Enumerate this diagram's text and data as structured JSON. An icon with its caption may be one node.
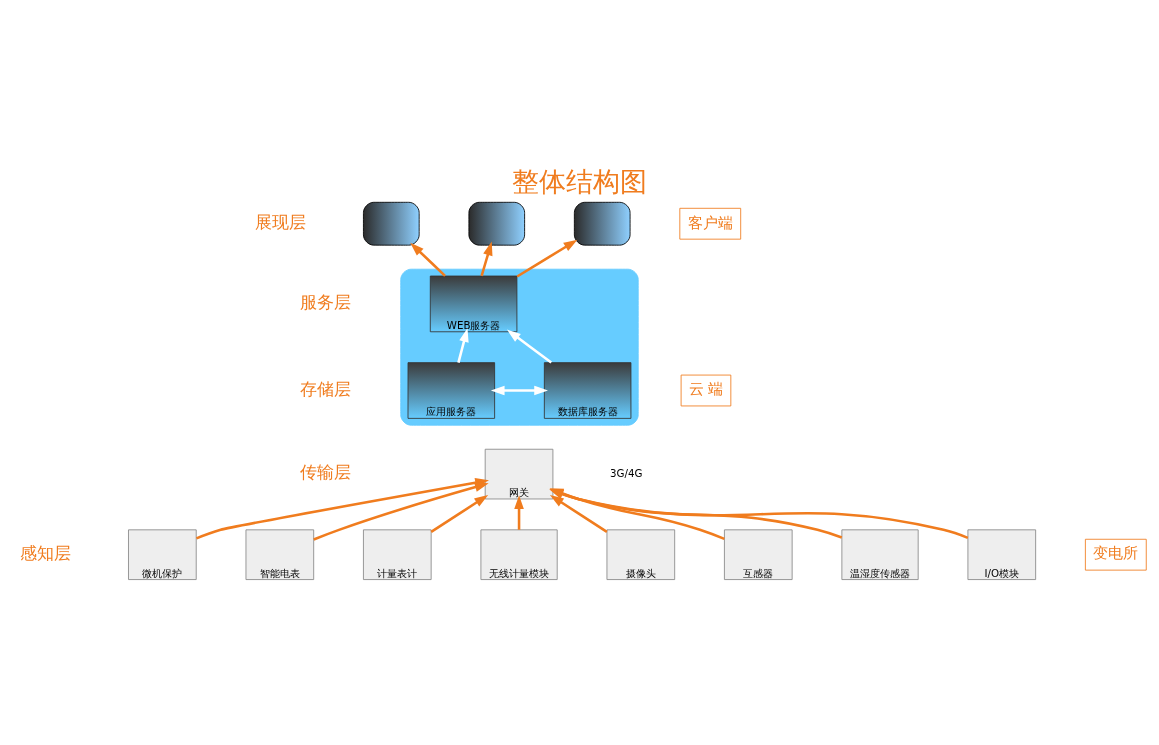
{
  "diagram": {
    "title": "整体结构图",
    "nodes": [
      {
        "text": [],
        "shape": "box"
      },
      {
        "text": [],
        "shape": "box"
      },
      {
        "text": [],
        "shape": "box"
      },
      {
        "text": [],
        "shape": "cloud"
      },
      {
        "text": [
          "WEB服务器"
        ],
        "in": 3
      },
      {
        "text": [
          "应用服务器"
        ],
        "in": 3
      },
      {
        "text": [
          "数据库服务器"
        ],
        "in": 3
      },
      {
        "text": [
          "网关"
        ]
      },
      {
        "text": [
          "微机保护"
        ]
      },
      {
        "text": [
          "智能电表"
        ]
      },
      {
        "text": [
          "计量表计"
        ]
      },
      {
        "text": [
          "无线计量模块"
        ]
      },
      {
        "text": [
          "摄像头"
        ]
      },
      {
        "text": [
          "互感器"
        ]
      },
      {
        "text": [
          "温湿度传感器"
        ]
      },
      {
        "text": [
          "I/O模块"
        ]
      },
      {
        "text": [
          "客户端"
        ]
      },
      {
        "text": [
          "云 端"
        ]
      },
      {
        "text": [
          "变电所"
        ]
      }
    ],
    "edges": [
      {
        "from": 4,
        "to": 0,
        "arrow": "to"
      },
      {
        "from": 4,
        "to": 1,
        "arrow": "to"
      },
      {
        "from": 4,
        "to": 2,
        "arrow": "to"
      },
      {
        "from": 5,
        "to": 4,
        "arrow": "to",
        "color": "#ffffff"
      },
      {
        "from": 6,
        "to": 4,
        "arrow": "to",
        "color": "#ffffff"
      },
      {
        "from": 5,
        "to": 6,
        "arrow": "both",
        "color": "#ffffff"
      },
      {
        "from": 8,
        "to": 7,
        "arrow": "to"
      },
      {
        "from": 9,
        "to": 7,
        "arrow": "to"
      },
      {
        "from": 10,
        "to": 7,
        "arrow": "to"
      },
      {
        "from": 11,
        "to": 7,
        "arrow": "to"
      },
      {
        "from": 12,
        "to": 7,
        "arrow": "to"
      },
      {
        "from": 13,
        "to": 7,
        "arrow": "to"
      },
      {
        "from": 14,
        "to": 7,
        "arrow": "to"
      },
      {
        "from": 15,
        "to": 7,
        "arrow": "to"
      }
    ],
    "labels": [
      "展现层",
      "服务层",
      "存储层",
      "传输层",
      "感知层",
      "3G/4G"
    ]
  }
}
